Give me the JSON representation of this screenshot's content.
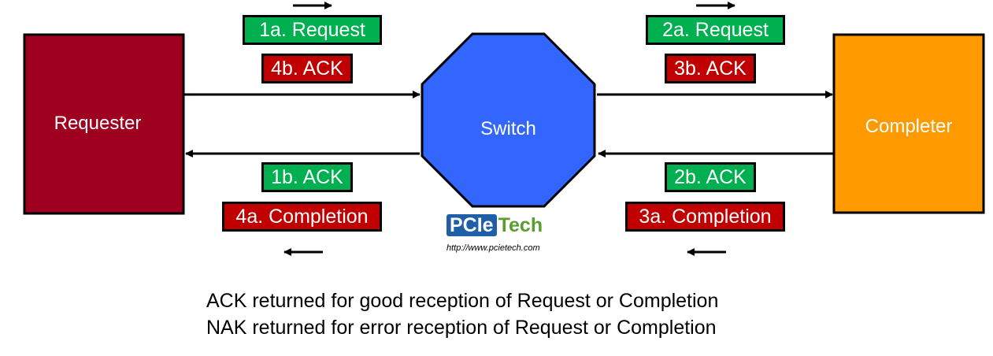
{
  "nodes": {
    "requester": "Requester",
    "switch": "Switch",
    "completer": "Completer"
  },
  "messages": {
    "req_1a": "1a. Request",
    "ack_4b": "4b. ACK",
    "ack_1b": "1b. ACK",
    "cpl_4a": "4a. Completion",
    "req_2a": "2a. Request",
    "ack_3b": "3b. ACK",
    "ack_2b": "2b. ACK",
    "cpl_3a": "3a. Completion"
  },
  "logo": {
    "part1": "PCIe",
    "part2": "Tech",
    "url": "http://www.pcietech.com"
  },
  "notes": {
    "line1": "ACK returned for good reception of Request or Completion",
    "line2": "NAK returned for error reception of Request or Completion"
  },
  "colors": {
    "requester": "#9f0020",
    "switch": "#3366ff",
    "completer": "#ff9900",
    "request_tag": "#00b050",
    "ack_tag_green": "#00b050",
    "ack_tag_red": "#c00000",
    "completion_tag": "#c00000",
    "logo_blue": "#1f5fa8",
    "logo_green": "#5a9c2e"
  }
}
